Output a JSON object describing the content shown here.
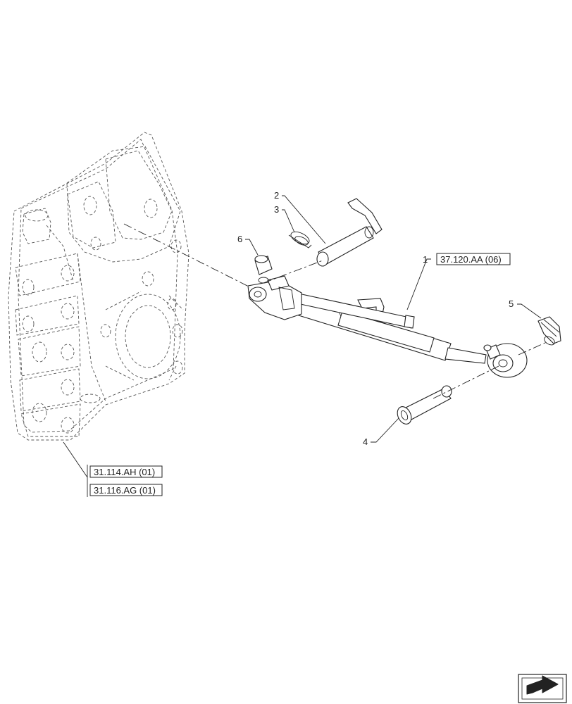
{
  "callouts": [
    {
      "id": "c1",
      "text": "1"
    },
    {
      "id": "c2",
      "text": "2"
    },
    {
      "id": "c3",
      "text": "3"
    },
    {
      "id": "c4",
      "text": "4"
    },
    {
      "id": "c5",
      "text": "5"
    },
    {
      "id": "c6",
      "text": "6"
    }
  ],
  "references": {
    "link_ref": "37.120.AA (06)",
    "housing_ref_1": "31.114.AH (01)",
    "housing_ref_2": "31.116.AG (01)"
  },
  "icons": {
    "nav": "back-arrow-icon"
  }
}
